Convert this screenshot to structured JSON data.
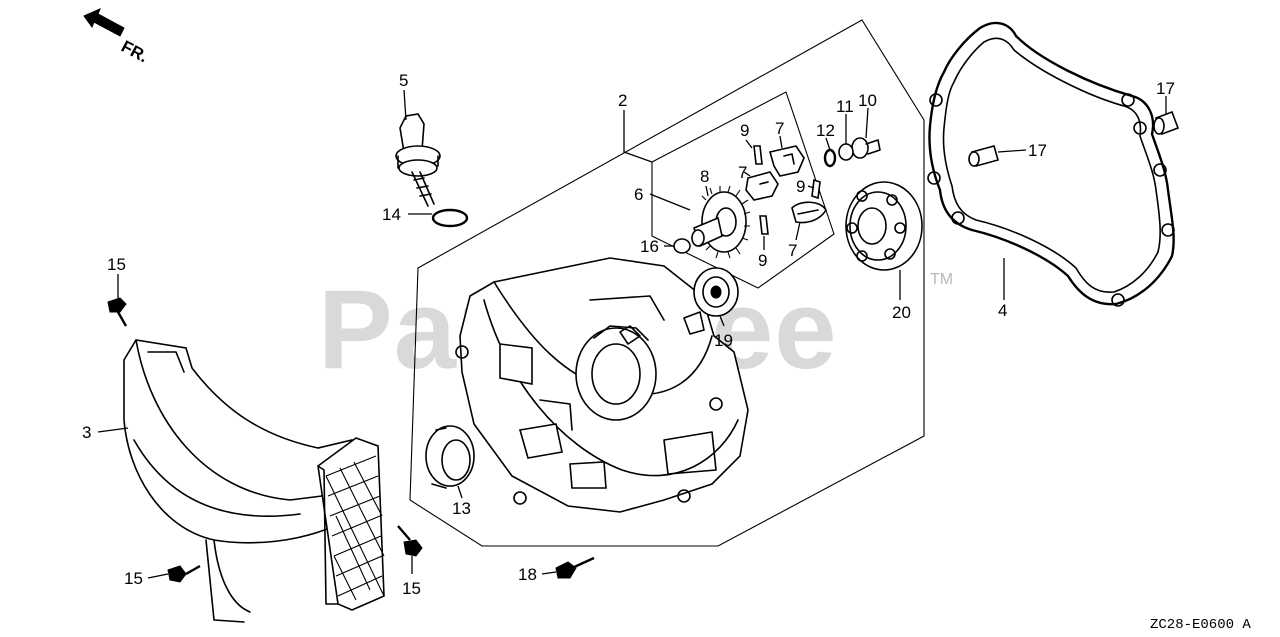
{
  "direction_label": "FR.",
  "watermark": {
    "text": "PartsTree",
    "trademark": "TM"
  },
  "diagram_code": "ZC28-E0600 A",
  "callouts": {
    "p2": "2",
    "p3": "3",
    "p4": "4",
    "p5": "5",
    "p6": "6",
    "p7a": "7",
    "p7b": "7",
    "p7c": "7",
    "p8": "8",
    "p9a": "9",
    "p9b": "9",
    "p9c": "9",
    "p10": "10",
    "p11": "11",
    "p12": "12",
    "p13": "13",
    "p14": "14",
    "p15a": "15",
    "p15b": "15",
    "p15c": "15",
    "p16": "16",
    "p17a": "17",
    "p17b": "17",
    "p18": "18",
    "p19": "19",
    "p20": "20"
  }
}
